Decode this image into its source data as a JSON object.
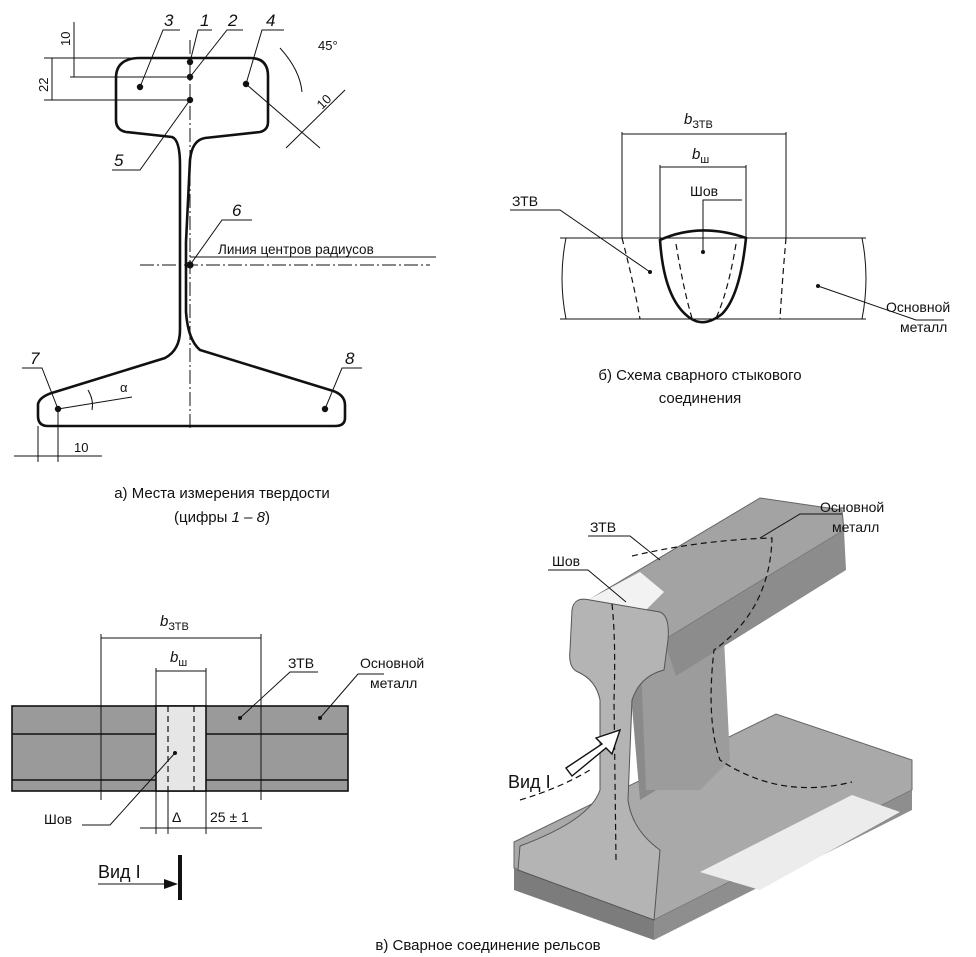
{
  "fig_a": {
    "points": [
      "1",
      "2",
      "3",
      "4",
      "5",
      "6",
      "7",
      "8"
    ],
    "dims": {
      "d10_top": "10",
      "d22": "22",
      "angle45": "45°",
      "d10_head": "10",
      "alpha": "α",
      "d10_foot": "10"
    },
    "centers_line": "Линия центров радиусов",
    "caption_line1": "а) Места измерения твердости",
    "caption_line2_prefix": "(цифры ",
    "caption_line2_italic": "1 – 8",
    "caption_line2_suffix": ")"
  },
  "fig_b": {
    "b_ztv": "b",
    "b_ztv_sub": "ЗТВ",
    "b_sh": "b",
    "b_sh_sub": "ш",
    "seam": "Шов",
    "ztv": "ЗТВ",
    "base_line1": "Основной",
    "base_line2": "металл",
    "caption_line1": "б) Схема сварного стыкового",
    "caption_line2": "соединения"
  },
  "fig_c": {
    "b_ztv": "b",
    "b_ztv_sub": "ЗТВ",
    "b_sh": "b",
    "b_sh_sub": "ш",
    "ztv": "ЗТВ",
    "base_line1": "Основной",
    "base_line2": "металл",
    "seam": "Шов",
    "delta": "Δ",
    "tolerance": "25 ± 1",
    "view": "Вид I"
  },
  "fig_3d": {
    "ztv": "ЗТВ",
    "base_line1": "Основной",
    "base_line2": "металл",
    "seam": "Шов",
    "view": "Вид I"
  },
  "caption_bottom": "в) Сварное соединение рельсов"
}
